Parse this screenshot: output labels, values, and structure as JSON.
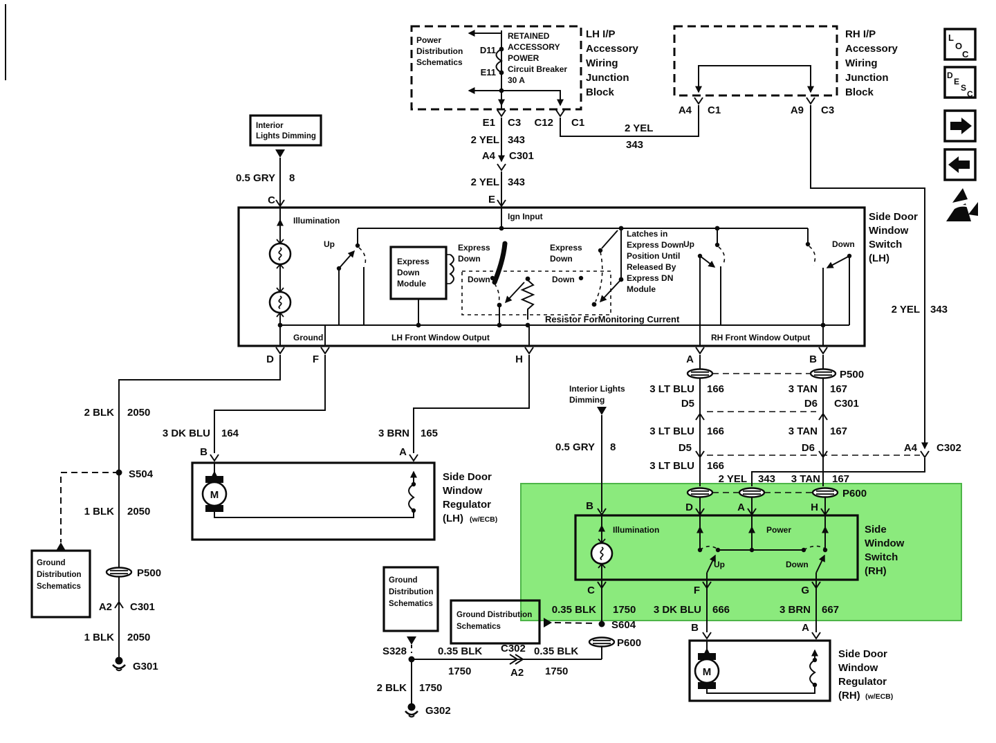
{
  "highlight_color": "#8bea7d",
  "t": {
    "pds_l1": "Power",
    "pds_l2": "Distribution",
    "pds_l3": "Schematics",
    "rap_l1": "RETAINED",
    "rap_l2": "ACCESSORY",
    "rap_l3": "POWER",
    "rap_l4": "Circuit Breaker",
    "rap_l5": "30 A",
    "d11": "D11",
    "e11": "E11",
    "lh_ip": "LH I/P",
    "rh_ip": "RH I/P",
    "acc": "Accessory",
    "wiring": "Wiring",
    "junction": "Junction",
    "block": "Block",
    "e1": "E1",
    "c3": "C3",
    "c12": "C12",
    "c1": "C1",
    "a4": "A4",
    "a9": "A9",
    "a2": "A2",
    "e": "E",
    "c": "C",
    "d": "D",
    "f": "F",
    "h": "H",
    "a": "A",
    "b": "B",
    "g": "G",
    "d5": "D5",
    "d6": "D6",
    "c301": "C301",
    "c302": "C302",
    "p500": "P500",
    "p600": "P600",
    "s504": "S504",
    "s604": "S604",
    "s328": "S328",
    "g301": "G301",
    "g302": "G302",
    "yel2": "2 YEL",
    "n343": "343",
    "gry05": "0.5 GRY",
    "n8": "8",
    "blk2": "2 BLK",
    "n2050": "2050",
    "blk1": "1 BLK",
    "dkblu3": "3 DK BLU",
    "n164": "164",
    "brn3": "3 BRN",
    "n165": "165",
    "ltblu3": "3 LT BLU",
    "n166": "166",
    "tan3": "3 TAN",
    "n167": "167",
    "blk035": "0.35 BLK",
    "n1750": "1750",
    "n666": "666",
    "n667": "667",
    "ild_l1": "Interior",
    "ild_l2": "Lights Dimming",
    "ild2_l1": "Interior Lights",
    "ild2_l2": "Dimming",
    "illumination": "Illumination",
    "ign_input": "Ign Input",
    "up": "Up",
    "down": "Down",
    "express": "Express",
    "module": "Module",
    "power": "Power",
    "ground": "Ground",
    "latch_l1": "Latches in",
    "latch_l2": "Express Down",
    "latch_l3": "Position Until",
    "latch_l4": "Released By",
    "latch_l5": "Express DN",
    "latch_l6": "Module",
    "resistor_note": "Resistor ForMonitoring Current",
    "lh_out": "LH Front Window Output",
    "rh_out": "RH Front Window Output",
    "side_door": "Side Door",
    "side": "Side",
    "window": "Window",
    "switch_w": "Switch",
    "lh": "(LH)",
    "rh": "(RH)",
    "regulator": "Regulator",
    "wecb": "(w/ECB)",
    "gds_l1": "Ground",
    "gds_l2": "Distribution",
    "gds_l3": "Schematics",
    "gds_wide1": "Ground Distribution",
    "gds_wide2": "Schematics",
    "m": "M",
    "ic_l": "L",
    "ic_o": "O",
    "ic_c": "C",
    "ic_d": "D",
    "ic_e": "E",
    "ic_s": "S",
    "ic_c2": "C"
  }
}
